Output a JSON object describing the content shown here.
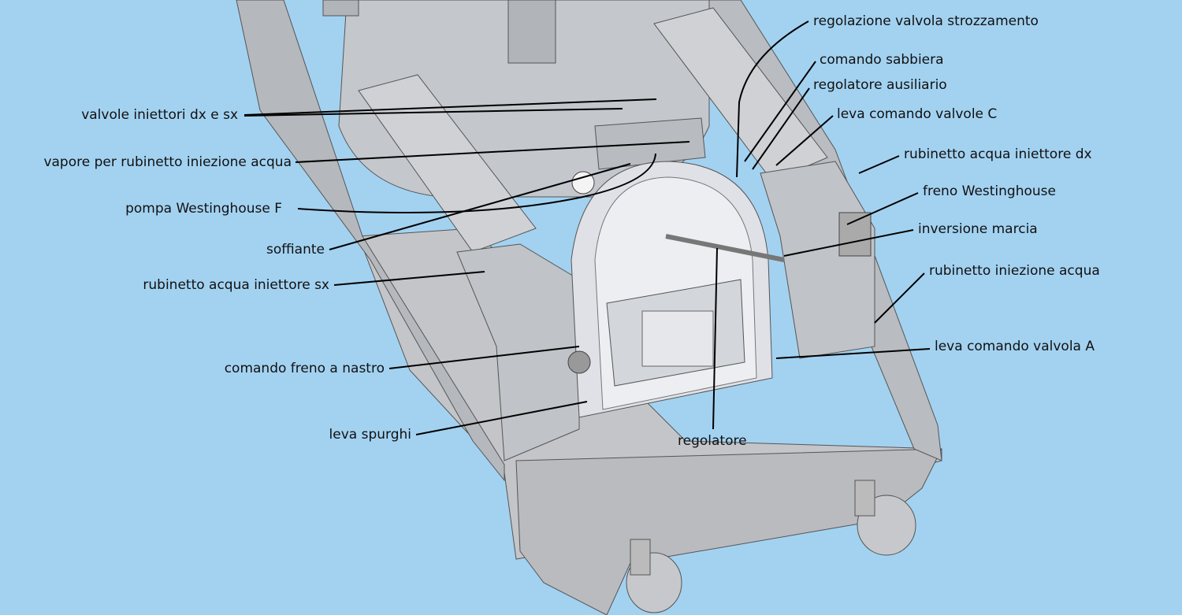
{
  "colors": {
    "background": "#a3d2f1",
    "body": "#c9cbcf",
    "body_dark": "#a9acb1",
    "leader": "#000000"
  },
  "labels": {
    "valvole_iniettori": "valvole iniettori dx e sx",
    "vapore_rubinetto": "vapore per rubinetto iniezione acqua",
    "pompa_westinghouse": "pompa Westinghouse F",
    "soffiante": "soffiante",
    "rubinetto_iniettore_sx": "rubinetto acqua iniettore sx",
    "comando_freno_nastro": "comando freno a nastro",
    "leva_spurghi": "leva spurghi",
    "regolatore": "regolatore",
    "regolazione_valvola": "regolazione valvola strozzamento",
    "comando_sabbiera": "comando sabbiera",
    "regolatore_ausiliario": "regolatore ausiliario",
    "leva_valvole_c": "leva comando valvole C",
    "rubinetto_iniettore_dx": "rubinetto acqua iniettore dx",
    "freno_westinghouse": "freno Westinghouse",
    "inversione_marcia": "inversione marcia",
    "rubinetto_iniezione": "rubinetto iniezione acqua",
    "leva_valvola_a": "leva comando valvola A"
  }
}
